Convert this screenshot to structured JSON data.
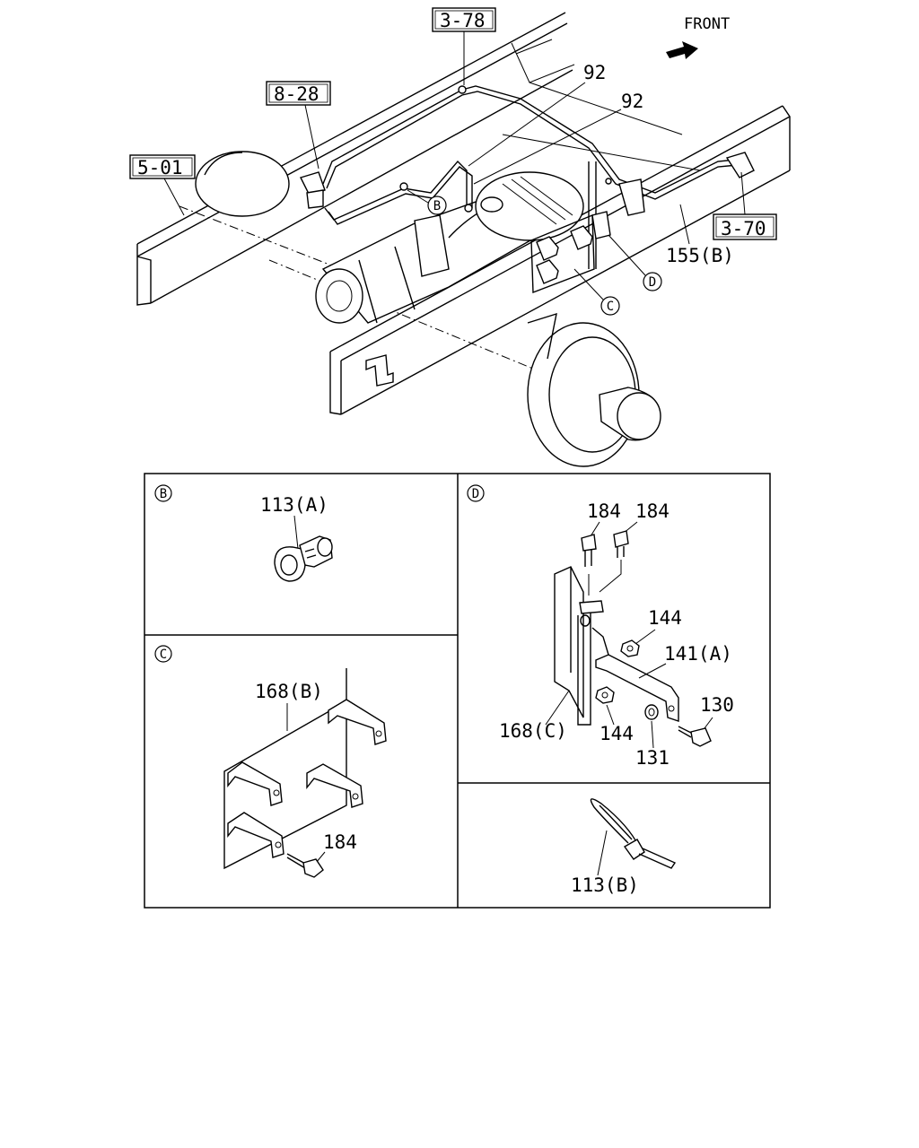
{
  "direction": {
    "label": "FRONT"
  },
  "main_view": {
    "ref_boxes": [
      "3-78",
      "8-28",
      "5-01",
      "3-70"
    ],
    "callouts": [
      "92",
      "92",
      "155(B)"
    ],
    "detail_markers": [
      "B",
      "C",
      "D"
    ]
  },
  "details": {
    "B": {
      "marker": "B",
      "parts": [
        "113(A)"
      ]
    },
    "C": {
      "marker": "C",
      "parts": [
        "168(B)",
        "184"
      ]
    },
    "D": {
      "marker": "D",
      "parts": [
        "184",
        "184",
        "144",
        "141(A)",
        "130",
        "168(C)",
        "144",
        "131"
      ]
    },
    "E": {
      "parts": [
        "113(B)"
      ]
    }
  }
}
